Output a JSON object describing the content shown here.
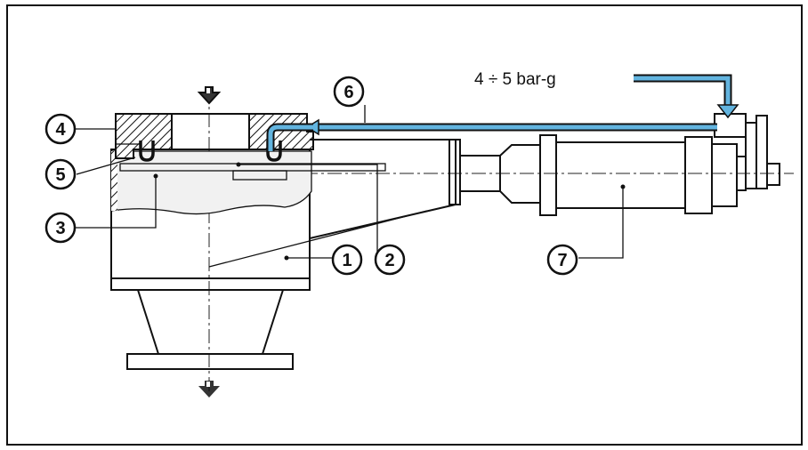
{
  "supply_label": "4 ÷ 5 bar-g",
  "air_line_color": "#62b4df",
  "callouts": [
    {
      "id": "1",
      "label": "1"
    },
    {
      "id": "2",
      "label": "2"
    },
    {
      "id": "3",
      "label": "3"
    },
    {
      "id": "4",
      "label": "4"
    },
    {
      "id": "5",
      "label": "5"
    },
    {
      "id": "6",
      "label": "6"
    },
    {
      "id": "7",
      "label": "7"
    }
  ]
}
